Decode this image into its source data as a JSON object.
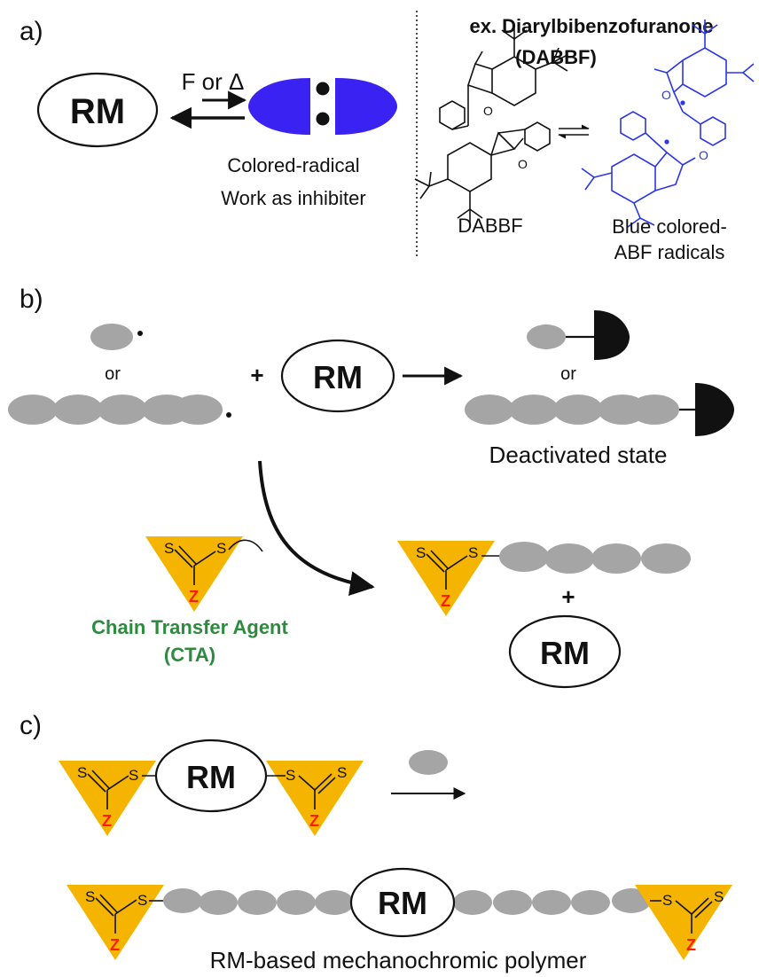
{
  "panel_a": {
    "letter": "a)",
    "rm_label": "RM",
    "arrow_label": "F or Δ",
    "caption_line1": "Colored-radical",
    "caption_line2": "Work as inhibiter",
    "example_title_line1": "ex. Diarylbibenzofuranone",
    "example_title_line2": "(DABBF)",
    "dimer_label": "DABBF",
    "radical_label_line1": "Blue colored-",
    "radical_label_line2": "ABF radicals",
    "atom_O": "O",
    "colors": {
      "radical_blue": "#3a22f2",
      "molecule_blue": "#2a36e8"
    }
  },
  "panel_b": {
    "letter": "b)",
    "or_label": "or",
    "plus": "+",
    "rm_label": "RM",
    "deactivated_label": "Deactivated state",
    "cta_label_line1": "Chain Transfer Agent",
    "cta_label_line2": "(CTA)",
    "atom_S": "S",
    "atom_Z": "Z",
    "colors": {
      "bead_gray": "#a5a5a5",
      "cta_orange": "#f4b400",
      "z_red": "#ff1a00",
      "cta_text_green": "#2d8a3e"
    }
  },
  "panel_c": {
    "letter": "c)",
    "rm_label": "RM",
    "polymer_label": "RM-based mechanochromic polymer",
    "atom_S": "S",
    "atom_Z": "Z"
  }
}
